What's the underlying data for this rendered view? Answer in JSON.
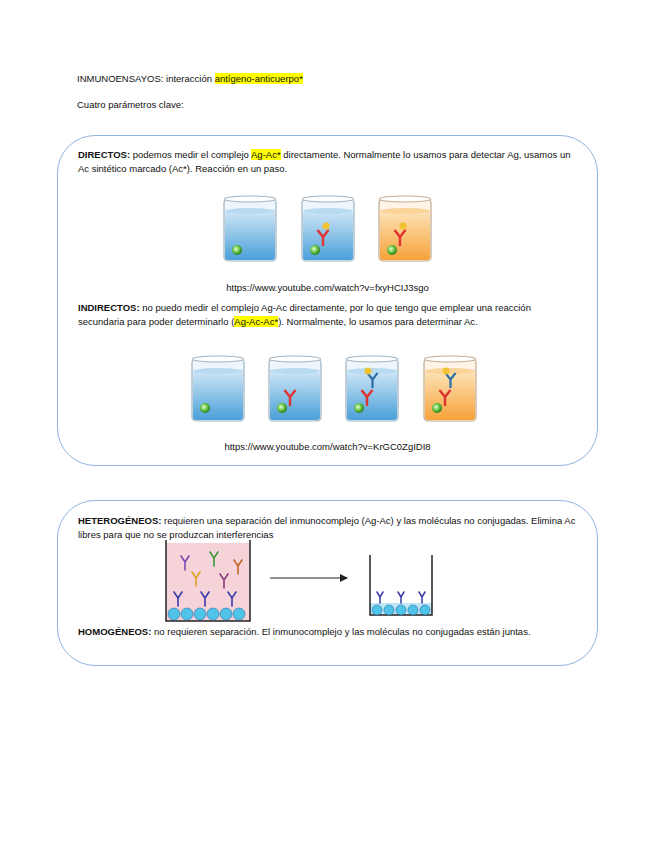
{
  "diagram": {
    "nodes": [
      {
        "text": [
          "DIRECTOS:",
          "podemos medir el complejo",
          "Ag-Ac*",
          "directamente. Normalmente lo usamos para detectar Ag, usamos un Ac sintético marcado (Ac*). Reacción en un paso.",
          "https://www.youtube.com/watch?v=fxyHCIJ3sgo",
          "INDIRECTOS:",
          "no puedo medir el complejo Ag-Ac directamente, por lo que tengo que emplear una reacción secundaria para poder determinarlo (",
          "Ag-Ac-Ac*",
          "). Normalmente, lo usamos para determinar Ac.",
          "https://www.youtube.com/watch?v=KrGC0ZgIDI8"
        ]
      },
      {
        "text": [
          "HETEROGÉNEOS:",
          "requieren una separación del inmunocomplejo (Ag-Ac) y las moléculas no conjugadas. Elimina Ac libres para que no se produzcan interferencias",
          "HOMOGÉNEOS:",
          "no requieren separación. El inmunocomplejo y las moléculas no conjugadas están juntas."
        ]
      }
    ],
    "labels": [
      "INMUNOENSAYOS: interacción",
      "antígeno-anticuerpo*",
      "Cuatro parámetros clave:"
    ]
  }
}
